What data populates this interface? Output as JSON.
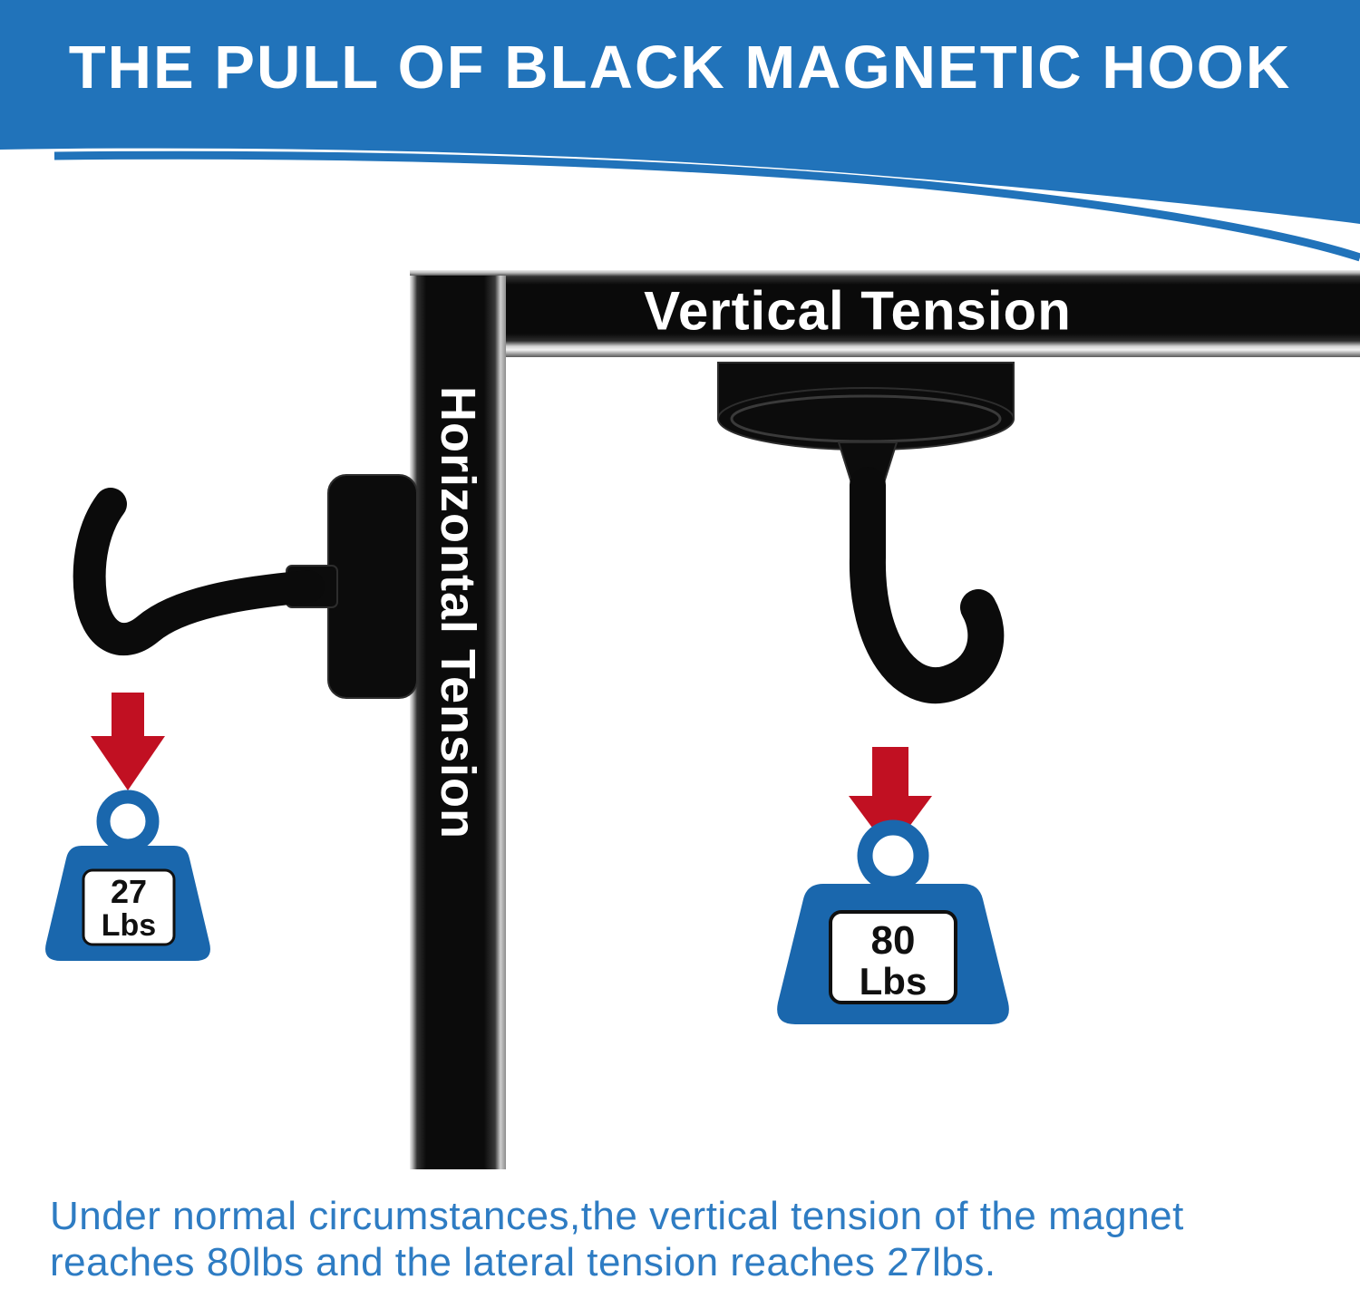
{
  "header": {
    "title": "THE PULL OF BLACK MAGNETIC HOOK"
  },
  "bars": {
    "top_bar_label": "Vertical Tension",
    "side_bar_label": "Horizontal Tension"
  },
  "weights": {
    "left": {
      "value": "27",
      "unit": "Lbs"
    },
    "right": {
      "value": "80",
      "unit": "Lbs"
    }
  },
  "footer": {
    "lines": [
      "Under normal circumstances,the vertical tension of the magnet",
      "reaches 80lbs and the lateral tension reaches 27lbs."
    ]
  },
  "colors": {
    "banner_blue": "#2173ba",
    "accent_blue": "#1a67ad",
    "arrow_red": "#c11022",
    "footer_blue": "#2e7cc3",
    "metal_black": "#0b0b0b"
  }
}
